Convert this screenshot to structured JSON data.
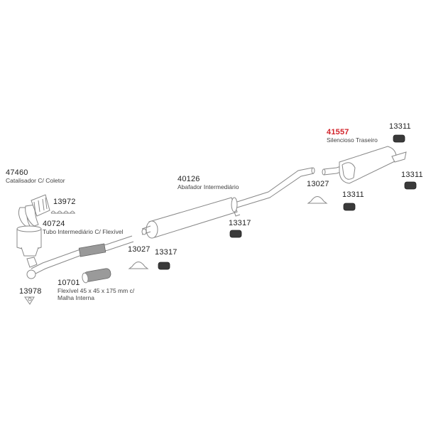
{
  "diagram": {
    "title": "Exhaust system parts diagram",
    "highlight_color": "#d2232a",
    "parts": [
      {
        "id": "p47460",
        "code": "47460",
        "description": "Catalisador C/ Coletor",
        "highlighted": false
      },
      {
        "id": "p13972",
        "code": "13972",
        "description": "",
        "highlighted": false
      },
      {
        "id": "p40724",
        "code": "40724",
        "description": "Tubo Intermediário C/ Flexível",
        "highlighted": false
      },
      {
        "id": "p10701",
        "code": "10701",
        "description": "Flexível 45 x 45 x 175 mm c/",
        "description2": "Malha Interna",
        "highlighted": false
      },
      {
        "id": "p13978",
        "code": "13978",
        "description": "",
        "highlighted": false
      },
      {
        "id": "p13027a",
        "code": "13027",
        "description": "",
        "highlighted": false
      },
      {
        "id": "p13317a",
        "code": "13317",
        "description": "",
        "highlighted": false
      },
      {
        "id": "p40126",
        "code": "40126",
        "description": "Abafador Intermediário",
        "highlighted": false
      },
      {
        "id": "p13317b",
        "code": "13317",
        "description": "",
        "highlighted": false
      },
      {
        "id": "p13027b",
        "code": "13027",
        "description": "",
        "highlighted": false
      },
      {
        "id": "p41557",
        "code": "41557",
        "description": "Silencioso Traseiro",
        "highlighted": true
      },
      {
        "id": "p13311a",
        "code": "13311",
        "description": "",
        "highlighted": false
      },
      {
        "id": "p13311b",
        "code": "13311",
        "description": "",
        "highlighted": false
      },
      {
        "id": "p13311c",
        "code": "13311",
        "description": "",
        "highlighted": false
      }
    ]
  }
}
